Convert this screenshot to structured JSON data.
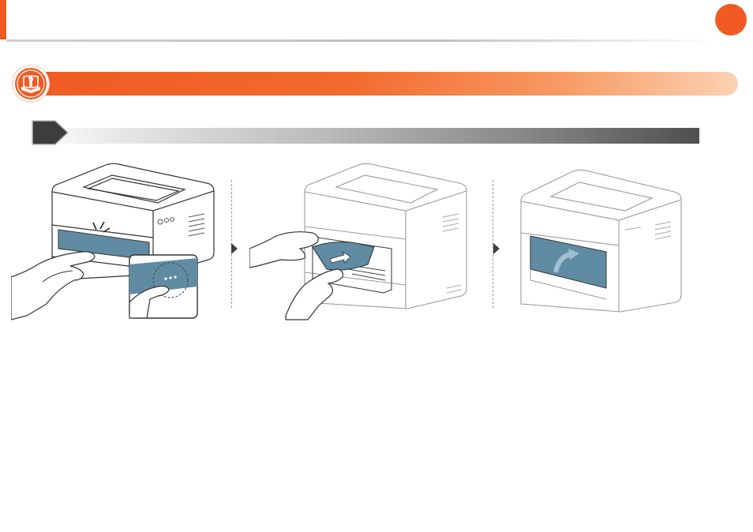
{
  "colors": {
    "accent": "#f15a22",
    "paper_blue": "#5f8ca3",
    "outline": "#333333"
  },
  "icons": {
    "section": "faq-book-question-icon",
    "step": "step-tab-arrow-icon",
    "next": "triangle-right-icon"
  },
  "steps": [
    {
      "panel": "open-front-cover"
    },
    {
      "panel": "pull-out-jammed-paper"
    },
    {
      "panel": "close-front-cover"
    }
  ]
}
